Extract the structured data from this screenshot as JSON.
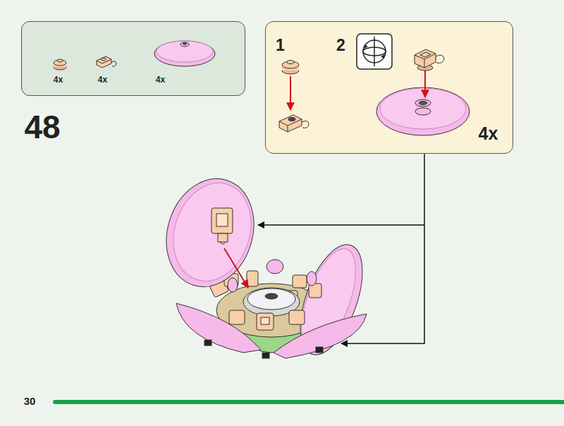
{
  "diagram": {
    "nodes": [
      {
        "text": [
          "4x",
          "4x",
          "4x"
        ]
      },
      {
        "text": [
          "1",
          "2",
          "4x"
        ]
      }
    ],
    "labels": [
      "48",
      "30"
    ]
  }
}
